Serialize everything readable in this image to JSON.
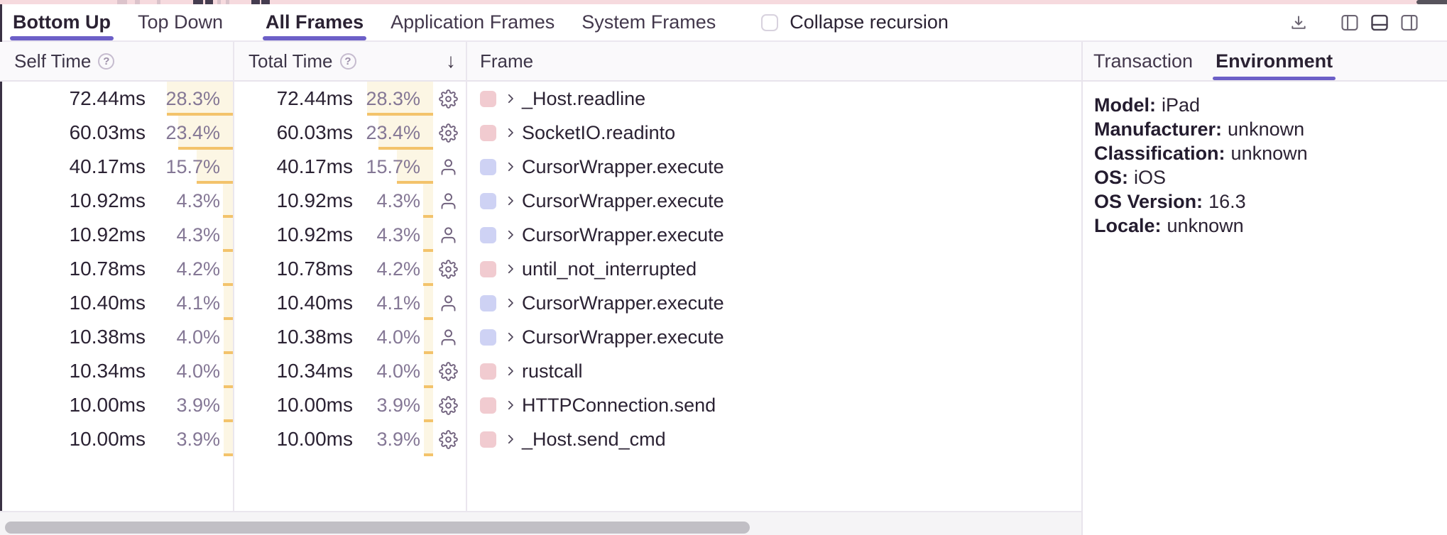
{
  "toolbar": {
    "view_mode_tabs": [
      {
        "label": "Bottom Up",
        "active": true
      },
      {
        "label": "Top Down",
        "active": false
      }
    ],
    "frame_filter_tabs": [
      {
        "label": "All Frames",
        "active": true
      },
      {
        "label": "Application Frames",
        "active": false
      },
      {
        "label": "System Frames",
        "active": false
      }
    ],
    "collapse_recursion_label": "Collapse recursion",
    "collapse_recursion_checked": false
  },
  "table": {
    "headers": {
      "self_time": "Self Time",
      "total_time": "Total Time",
      "frame": "Frame"
    },
    "help_glyph": "?",
    "sort_icon": "↓",
    "sorted_by": "Total Time descending",
    "rows": [
      {
        "self_time": "72.44ms",
        "self_pct": "28.3%",
        "total_time": "72.44ms",
        "total_pct": "28.3%",
        "pct": 28.3,
        "icon": "gear",
        "frame": "_Host.readline",
        "frame_type": "system"
      },
      {
        "self_time": "60.03ms",
        "self_pct": "23.4%",
        "total_time": "60.03ms",
        "total_pct": "23.4%",
        "pct": 23.4,
        "icon": "gear",
        "frame": "SocketIO.readinto",
        "frame_type": "system"
      },
      {
        "self_time": "40.17ms",
        "self_pct": "15.7%",
        "total_time": "40.17ms",
        "total_pct": "15.7%",
        "pct": 15.7,
        "icon": "user",
        "frame": "CursorWrapper.execute",
        "frame_type": "application"
      },
      {
        "self_time": "10.92ms",
        "self_pct": "4.3%",
        "total_time": "10.92ms",
        "total_pct": "4.3%",
        "pct": 4.3,
        "icon": "user",
        "frame": "CursorWrapper.execute",
        "frame_type": "application"
      },
      {
        "self_time": "10.92ms",
        "self_pct": "4.3%",
        "total_time": "10.92ms",
        "total_pct": "4.3%",
        "pct": 4.3,
        "icon": "user",
        "frame": "CursorWrapper.execute",
        "frame_type": "application"
      },
      {
        "self_time": "10.78ms",
        "self_pct": "4.2%",
        "total_time": "10.78ms",
        "total_pct": "4.2%",
        "pct": 4.2,
        "icon": "gear",
        "frame": "until_not_interrupted",
        "frame_type": "system"
      },
      {
        "self_time": "10.40ms",
        "self_pct": "4.1%",
        "total_time": "10.40ms",
        "total_pct": "4.1%",
        "pct": 4.1,
        "icon": "user",
        "frame": "CursorWrapper.execute",
        "frame_type": "application"
      },
      {
        "self_time": "10.38ms",
        "self_pct": "4.0%",
        "total_time": "10.38ms",
        "total_pct": "4.0%",
        "pct": 4.0,
        "icon": "user",
        "frame": "CursorWrapper.execute",
        "frame_type": "application"
      },
      {
        "self_time": "10.34ms",
        "self_pct": "4.0%",
        "total_time": "10.34ms",
        "total_pct": "4.0%",
        "pct": 4.0,
        "icon": "gear",
        "frame": "rustcall",
        "frame_type": "system"
      },
      {
        "self_time": "10.00ms",
        "self_pct": "3.9%",
        "total_time": "10.00ms",
        "total_pct": "3.9%",
        "pct": 3.9,
        "icon": "gear",
        "frame": "HTTPConnection.send",
        "frame_type": "system"
      },
      {
        "self_time": "10.00ms",
        "self_pct": "3.9%",
        "total_time": "10.00ms",
        "total_pct": "3.9%",
        "pct": 3.9,
        "icon": "gear",
        "frame": "_Host.send_cmd",
        "frame_type": "system"
      }
    ]
  },
  "details": {
    "tabs": [
      {
        "label": "Transaction",
        "active": false
      },
      {
        "label": "Environment",
        "active": true
      }
    ],
    "fields": [
      {
        "label": "Model:",
        "value": "iPad"
      },
      {
        "label": "Manufacturer:",
        "value": "unknown"
      },
      {
        "label": "Classification:",
        "value": "unknown"
      },
      {
        "label": "OS:",
        "value": "iOS"
      },
      {
        "label": "OS Version:",
        "value": "16.3"
      },
      {
        "label": "Locale:",
        "value": "unknown"
      }
    ]
  },
  "icons": {
    "download": "download-icon",
    "layout_left": "layout-left-panel-icon",
    "layout_bottom": "layout-bottom-panel-icon",
    "layout_right": "layout-right-panel-icon",
    "gear": "gear-icon",
    "user": "user-icon",
    "chevron": "chevron-right-icon",
    "help": "help-circle-icon",
    "sort_desc": "sort-descending-arrow-icon"
  },
  "colors": {
    "accent": "#6c5fc7",
    "system_swatch": "#f1cbd0",
    "application_swatch": "#ced2f4",
    "bar_fill": "#fcf6e4",
    "bar_edge": "#f3c36b",
    "minimap_strip": "#f6dade"
  }
}
